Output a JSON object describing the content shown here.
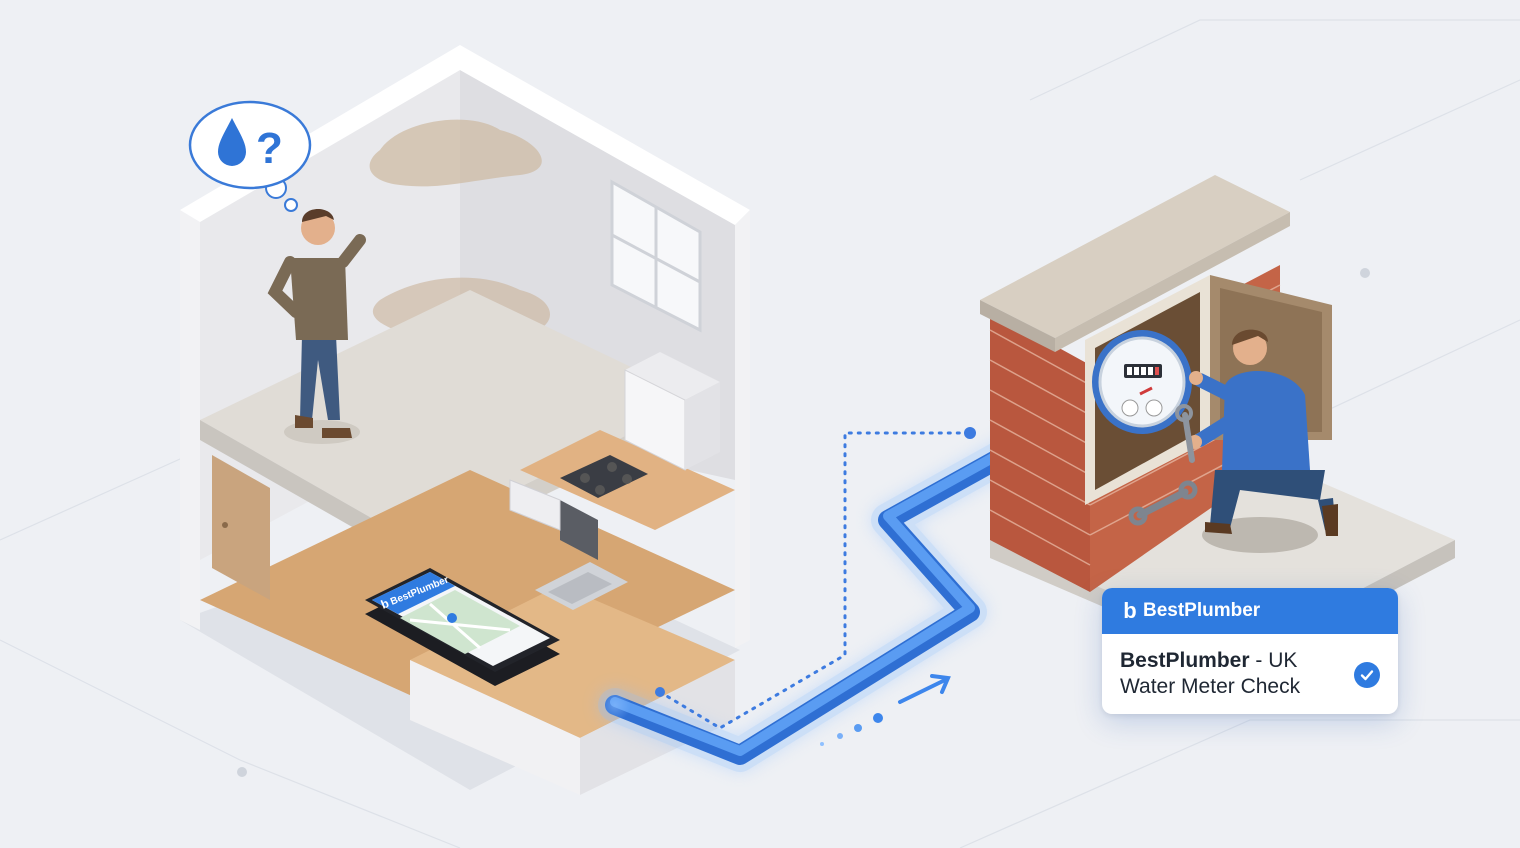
{
  "colors": {
    "background": "#eef0f4",
    "accent": "#2f7be0",
    "pipe": "#3d86ec",
    "brick": "#b8553d",
    "wall": "#e9e9ec",
    "counter": "#d8a878",
    "leak": "#c9b39a"
  },
  "thought_bubble": {
    "icon": "water-drop-icon",
    "symbol": "?"
  },
  "phone": {
    "app_name": "BestPlumber",
    "logo_glyph": "b",
    "screen": "map-icon"
  },
  "card": {
    "logo_glyph": "b",
    "header": "BestPlumber",
    "brand": "BestPlumber",
    "line1_rest": " - UK",
    "line2": "Water Meter Check",
    "status_icon": "checkmark-circle-icon"
  },
  "meter": {
    "icon": "water-meter-icon"
  },
  "tools": {
    "wrench": "wrench-icon"
  }
}
